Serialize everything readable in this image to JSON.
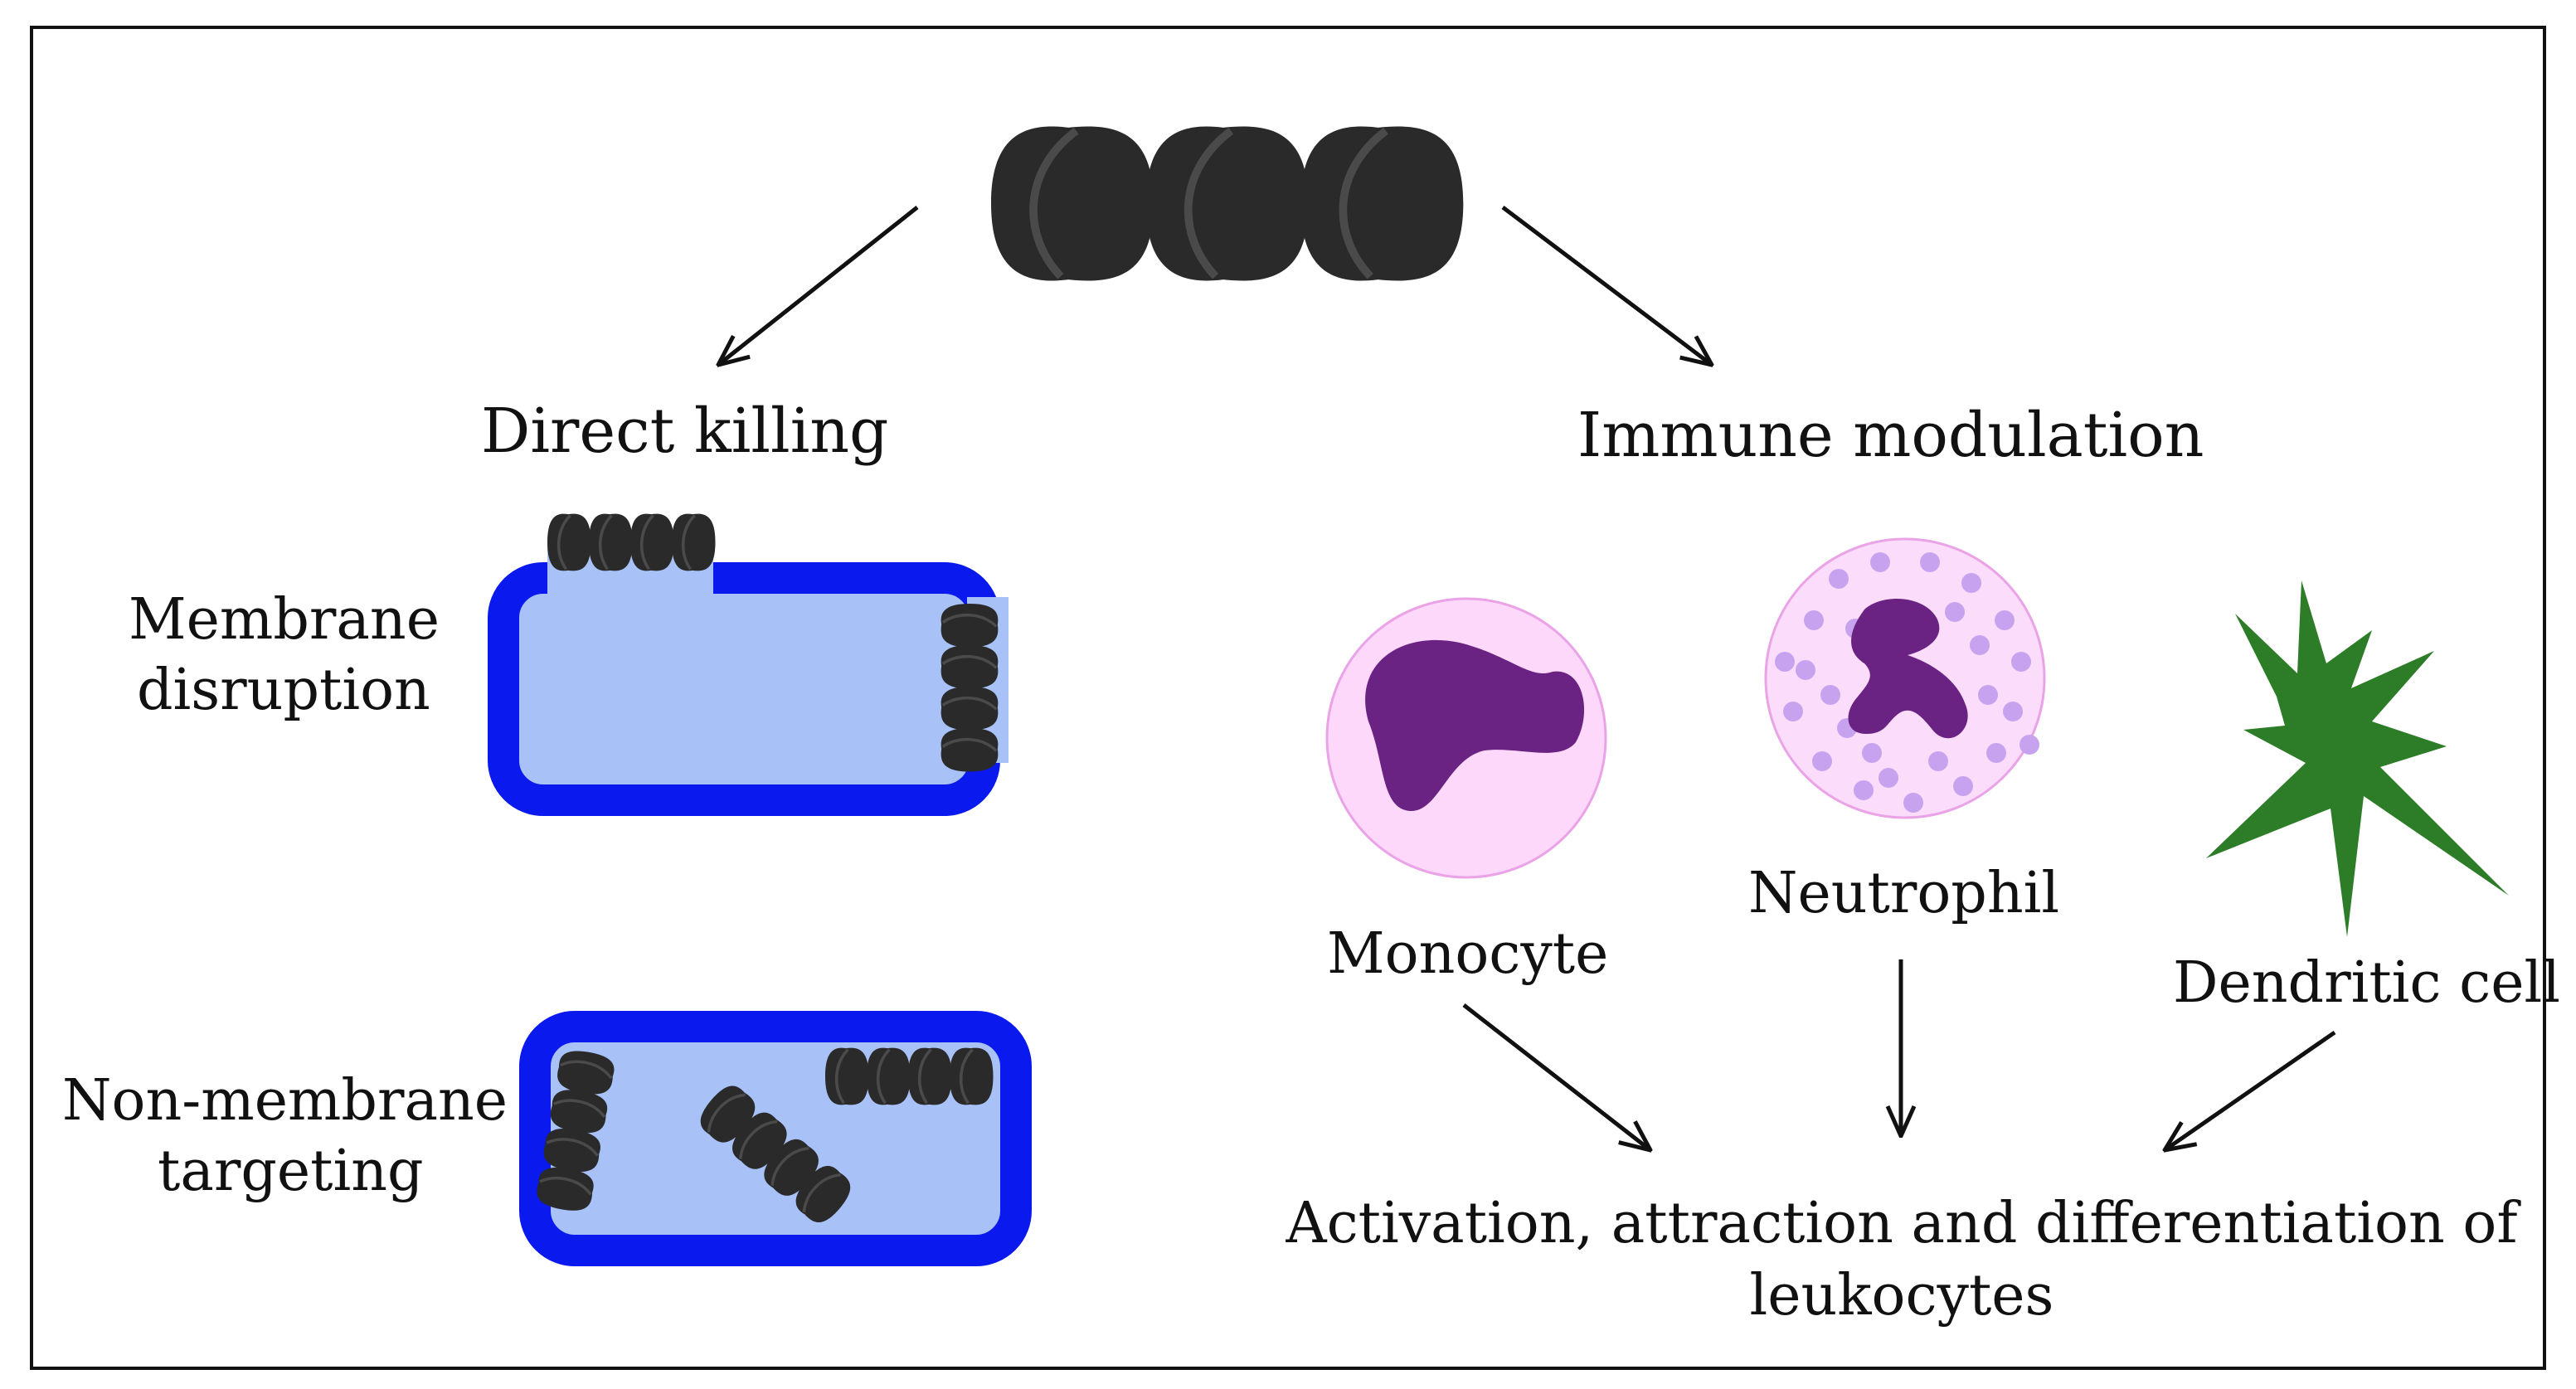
{
  "headings": {
    "direct_killing": "Direct killing",
    "immune_modulation": "Immune modulation"
  },
  "mechanisms": {
    "membrane_disruption": [
      "Membrane",
      "disruption"
    ],
    "non_membrane_targeting": [
      "Non-membrane",
      "targeting"
    ]
  },
  "cells": {
    "monocyte": "Monocyte",
    "neutrophil": "Neutrophil",
    "dendritic_cell": "Dendritic cell"
  },
  "outcome": [
    "Activation, attraction and differentiation of",
    "leukocytes"
  ],
  "colors": {
    "peptide": "#2a2a2a",
    "bacterium_wall": "#0a1aee",
    "bacterium_body": "#a8c2f8",
    "cell_membrane": "#fdd8fb",
    "cell_outline": "#e9a3e6",
    "nucleus": "#6a2283",
    "granule": "#c7a3ef",
    "dendritic": "#2d7d28",
    "arrow": "#111111",
    "frame": "#111111"
  }
}
